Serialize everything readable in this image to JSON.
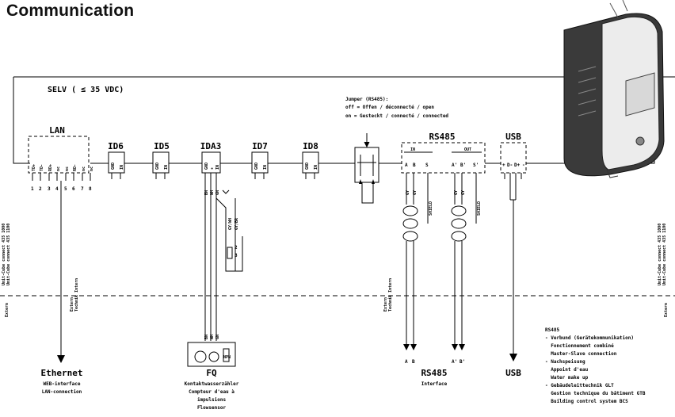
{
  "title": "Communication",
  "selv": "SELV ( ≤ 35 VDC)",
  "jumper": {
    "title": "Jumper (RS485):",
    "off": "off = Offen / déconnecté / open",
    "on": "on = Gesteckt / connecté / connected"
  },
  "connectors": {
    "lan": "LAN",
    "id6": "ID6",
    "id5": "ID5",
    "ida3": "IDA3",
    "id7": "ID7",
    "id8": "ID8",
    "rs485": "RS485",
    "usb": "USB"
  },
  "pins": {
    "lan": [
      "TD+",
      "TD-",
      "RD+",
      "nc",
      "nc",
      "RD-",
      "nc",
      "nc"
    ],
    "lan_numbers": [
      "1",
      "2",
      "3",
      "4",
      "5",
      "6",
      "7",
      "8"
    ],
    "id": [
      "GND",
      "IN"
    ],
    "ida3": [
      "GND",
      "+",
      "IN"
    ],
    "rs485_in": [
      "A",
      "B",
      "S"
    ],
    "rs485_out": [
      "A'",
      "B'",
      "S'"
    ],
    "rs485_in_label": "IN",
    "rs485_out_label": "OUT",
    "usb": [
      "+",
      "D-",
      "D+",
      "-"
    ]
  },
  "wires": {
    "ida3_top": [
      "BN",
      "WH",
      "GN"
    ],
    "ida3_bottom": [
      "BN",
      "WH",
      "GN"
    ],
    "gy_wh": "GY/WH",
    "gy_br": "GY/BR",
    "sw_pin2": "2",
    "sw_pin3": "3",
    "rs485_in": [
      "GY",
      "GY"
    ],
    "rs485_out": [
      "GY",
      "GY"
    ],
    "shield": "SHIELD"
  },
  "boundary": {
    "left_upper": [
      "Unit-Cube connect 435 1000",
      "Unit-Cube connect 435 1100"
    ],
    "right_upper": [
      "Unit-Cube connect 435 1000",
      "Unit-Cube connect 435 1100"
    ],
    "left_lower": "Extern",
    "right_lower": "Extern",
    "tech_group": [
      "Extern",
      "Technik Intern"
    ]
  },
  "outputs": {
    "ethernet": {
      "title": "Ethernet",
      "lines": [
        "WEB-interface",
        "LAN-connection"
      ]
    },
    "fq": {
      "title": "FQ",
      "lines": [
        "Kontaktwasserzähler",
        "Compteur d'eau à",
        "impulsions",
        "Flowsensor"
      ],
      "npn": "NPN"
    },
    "rs485": {
      "title": "RS485",
      "lines": [
        "Interface"
      ],
      "ends": [
        "A",
        "B",
        "A'",
        "B'"
      ]
    },
    "usb": {
      "title": "USB"
    }
  },
  "notes": {
    "heading": "RS485",
    "items": [
      "- Verbund (Gerätekommunikation)",
      "  Fonctionnement combiné",
      "  Master-Slave connection",
      "- Nachspeisung",
      "  Appoint d'eau",
      "  Water make up",
      "- Gebäudeleittechnik GLT",
      "  Gestion technique du bâtiment GTB",
      "  Building control system BCS"
    ]
  }
}
